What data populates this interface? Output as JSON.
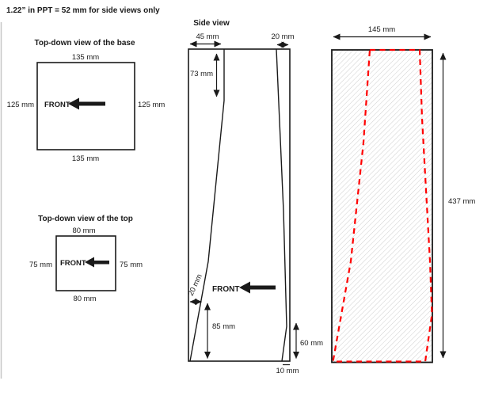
{
  "note": {
    "text": "1.22” in PPT = 52 mm for side views only"
  },
  "colors": {
    "line": "#1a1a1a",
    "red": "#ff0000",
    "hatch": "#cfcfcf"
  },
  "base_view": {
    "title": "Top-down view of the base",
    "front_label": "FRONT",
    "dim_top": "135 mm",
    "dim_bottom": "135 mm",
    "dim_left": "125 mm",
    "dim_right": "125 mm"
  },
  "top_view": {
    "title": "Top-down view of the top",
    "front_label": "FRONT",
    "dim_top": "80 mm",
    "dim_bottom": "80 mm",
    "dim_left": "75 mm",
    "dim_right": "75 mm"
  },
  "side_view": {
    "title": "Side view",
    "front_label": "FRONT",
    "dim_top_left_width": "45 mm",
    "dim_top_right_width": "20 mm",
    "dim_upper_height": "73 mm",
    "dim_lower_inset": "20 mm",
    "dim_lower_left_height": "85 mm",
    "dim_lower_right_height": "60 mm",
    "dim_bottom_gap": "10 mm"
  },
  "panel_view": {
    "dim_width": "145 mm",
    "dim_height": "437 mm"
  }
}
